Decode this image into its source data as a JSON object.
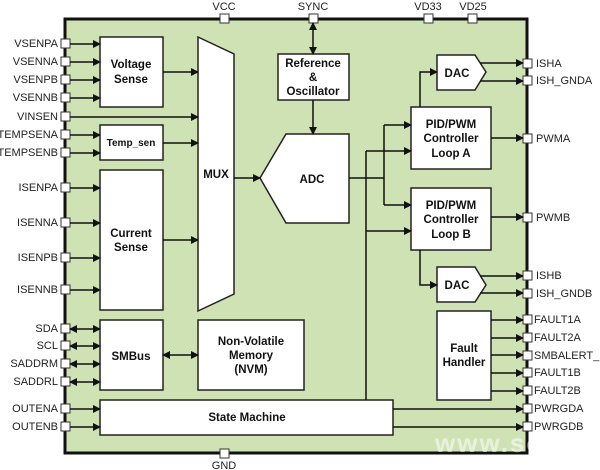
{
  "diagram": {
    "colors": {
      "chip_fill": "#cfe2b4",
      "block_fill": "#ffffff",
      "line": "#111111"
    },
    "top_pins": [
      "VCC",
      "SYNC",
      "VD33",
      "VD25"
    ],
    "bottom_pins": [
      "GND"
    ],
    "left_pins": {
      "voltage": [
        "VSENPA",
        "VSENNA",
        "VSENPB",
        "VSENNB"
      ],
      "vinsen": "VINSEN",
      "temp": [
        "TEMPSENA",
        "TEMPSENB"
      ],
      "current": [
        "ISENPA",
        "ISENNA",
        "ISENPB",
        "ISENNB"
      ],
      "smbus": [
        "SDA",
        "SCL",
        "SADDRM",
        "SADDRL"
      ],
      "outen": [
        "OUTENA",
        "OUTENB"
      ]
    },
    "right_pins": {
      "dac_a": [
        "ISHA",
        "ISH_GNDA"
      ],
      "pwm_a": "PWMA",
      "pwm_b": "PWMB",
      "dac_b": [
        "ISHB",
        "ISH_GNDB"
      ],
      "fault": [
        "FAULT1A",
        "FAULT2A",
        "SMBALERT_N",
        "FAULT1B",
        "FAULT2B"
      ],
      "pwrgd": [
        "PWRGDA",
        "PWRGDB"
      ]
    },
    "blocks": {
      "voltage_sense": [
        "Voltage",
        "Sense"
      ],
      "temp_sen": "Temp_sen",
      "current_sense": [
        "Current",
        "Sense"
      ],
      "smbus": "SMBus",
      "mux": "MUX",
      "reference": [
        "Reference",
        "&",
        "Oscillator"
      ],
      "adc": "ADC",
      "nvm": [
        "Non-Volatile",
        "Memory",
        "(NVM)"
      ],
      "state_machine": "State Machine",
      "dac_a": "DAC",
      "dac_b": "DAC",
      "pid_a": [
        "PID/PWM",
        "Controller",
        "Loop A"
      ],
      "pid_b": [
        "PID/PWM",
        "Controller",
        "Loop B"
      ],
      "fault_handler": [
        "Fault",
        "Handler"
      ]
    },
    "watermark": "www.so...cn"
  }
}
